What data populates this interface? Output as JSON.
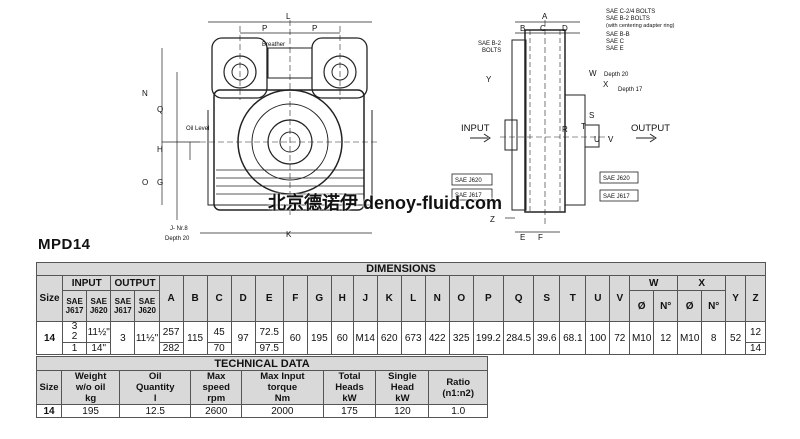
{
  "model": "MPD14",
  "watermark": "北京德诺伊 denoy-fluid.com",
  "drawing": {
    "labels_left": [
      "L",
      "P",
      "P",
      "Breather",
      "N",
      "Q",
      "Oil Level",
      "H",
      "G",
      "O",
      "K",
      "J- Nr.8",
      "Depth 20"
    ],
    "labels_right": [
      "A",
      "B",
      "C",
      "D",
      "SAE C-2/4 BOLTS",
      "SAE B-2 BOLTS",
      "(with centering adapter ring)",
      "SAE B-B",
      "SAE C",
      "SAE E",
      "SAE B-2",
      "BOLTS",
      "Y",
      "W",
      "X",
      "Depth 20",
      "Depth 17",
      "INPUT",
      "OUTPUT",
      "S",
      "T",
      "U",
      "V",
      "R",
      "SAE J620",
      "SAE J617",
      "SAE J620",
      "SAE J617",
      "Z",
      "E",
      "F"
    ]
  },
  "dimensions": {
    "title": "DIMENSIONS",
    "size_label": "Size",
    "input_label": "INPUT",
    "output_label": "OUTPUT",
    "sae_j617": "SAE J617",
    "sae_j620": "SAE J620",
    "letters": [
      "A",
      "B",
      "C",
      "D",
      "E",
      "F",
      "G",
      "H",
      "J",
      "K",
      "L",
      "N",
      "O",
      "P",
      "Q",
      "S",
      "T",
      "U",
      "V"
    ],
    "w_label": "W",
    "x_label": "X",
    "diam": "Ø",
    "num": "N°",
    "y_label": "Y",
    "z_label": "Z",
    "row": {
      "size": "14",
      "in_j617_a": "3",
      "in_j617_b": "2",
      "in_j617_c": "1",
      "in_j620_a": "11½\"",
      "in_j620_b": "14\"",
      "out_j617": "3",
      "out_j620": "11½\"",
      "A1": "257",
      "A2": "282",
      "B": "115",
      "C1": "45",
      "C2": "70",
      "D": "97",
      "E1": "72.5",
      "E2": "97.5",
      "F": "60",
      "G": "195",
      "H": "60",
      "J": "M14",
      "K": "620",
      "L": "673",
      "N": "422",
      "O": "325",
      "P": "199.2",
      "Q": "284.5",
      "S": "39.6",
      "T": "68.1",
      "U": "100",
      "V": "72",
      "W_d": "M10",
      "W_n": "12",
      "X_d": "M10",
      "X_n": "8",
      "Y": "52",
      "Z1": "12",
      "Z2": "14"
    }
  },
  "technical": {
    "title": "TECHNICAL DATA",
    "headers": [
      "Size",
      "Weight\nw/o oil\nkg",
      "Oil\nQuantity\nl",
      "Max\nspeed\nrpm",
      "Max Input\ntorque\nNm",
      "Total\nHeads\nkW",
      "Single\nHead\nkW",
      "Ratio\n(n1:n2)"
    ],
    "h_size": "Size",
    "h_weight": [
      "Weight",
      "w/o oil",
      "kg"
    ],
    "h_oil": [
      "Oil",
      "Quantity",
      "l"
    ],
    "h_speed": [
      "Max",
      "speed",
      "rpm"
    ],
    "h_torque": [
      "Max Input",
      "torque",
      "Nm"
    ],
    "h_total": [
      "Total",
      "Heads",
      "kW"
    ],
    "h_single": [
      "Single",
      "Head",
      "kW"
    ],
    "h_ratio": [
      "Ratio",
      "(n1:n2)"
    ],
    "row": [
      "14",
      "195",
      "12.5",
      "2600",
      "2000",
      "175",
      "120",
      "1.0"
    ]
  }
}
